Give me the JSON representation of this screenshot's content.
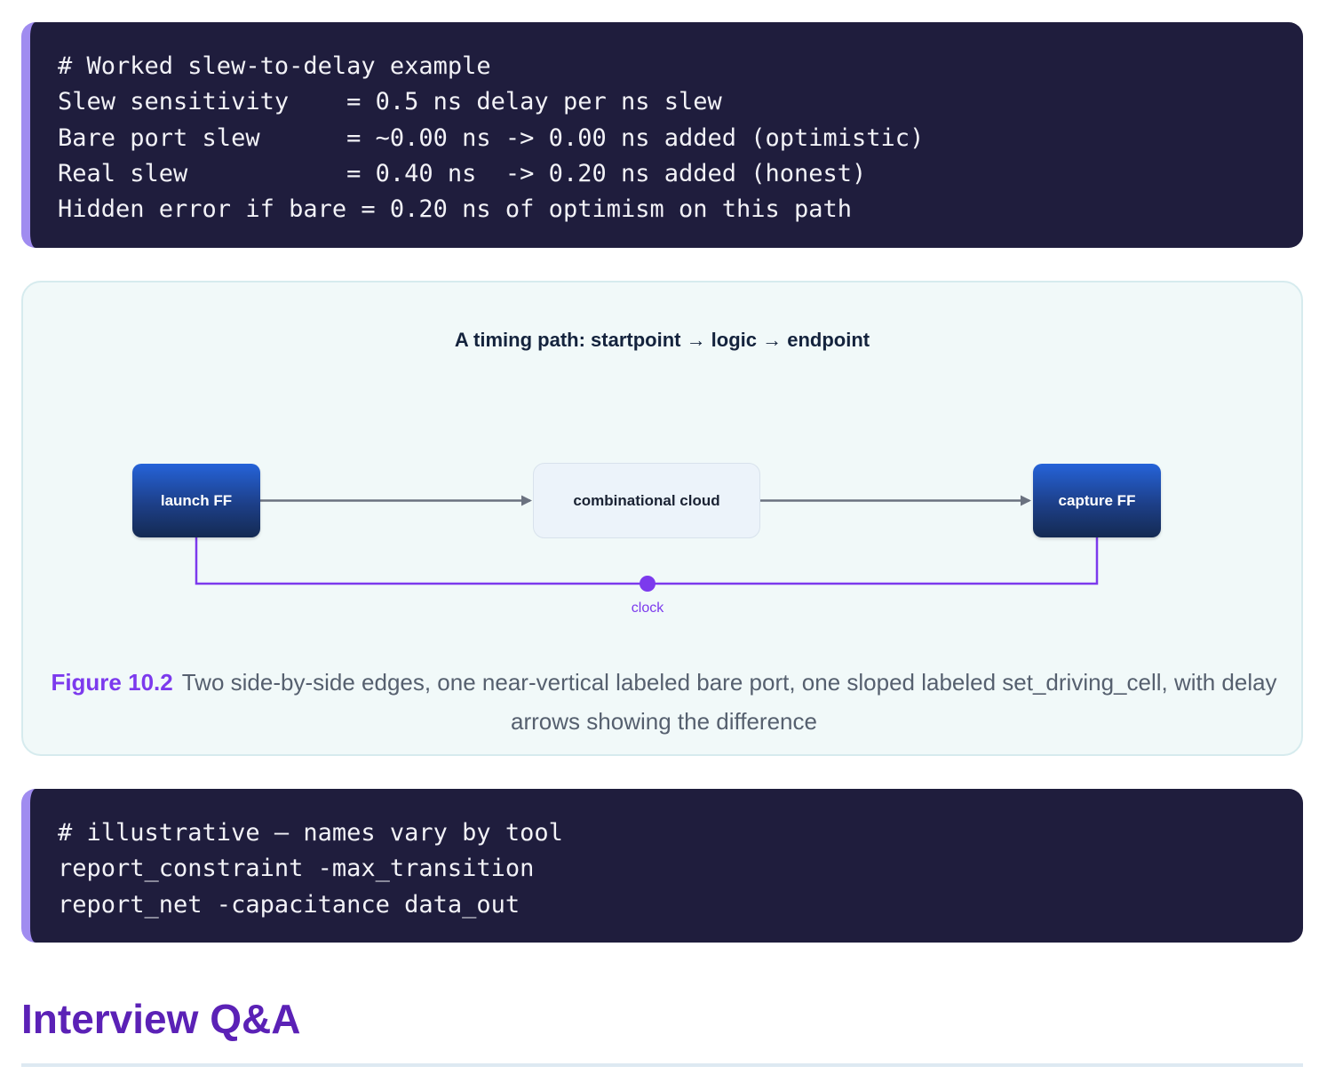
{
  "code_example": {
    "lines": [
      "# Worked slew-to-delay example",
      "Slew sensitivity    = 0.5 ns delay per ns slew",
      "Bare port slew      = ~0.00 ns -> 0.00 ns added (optimistic)",
      "Real slew           = 0.40 ns  -> 0.20 ns added (honest)",
      "Hidden error if bare = 0.20 ns of optimism on this path"
    ]
  },
  "figure": {
    "diagram_title": "A timing path: startpoint → logic → endpoint",
    "nodes": {
      "launch": "launch FF",
      "cloud": "combinational cloud",
      "capture": "capture FF"
    },
    "clock_label": "clock",
    "number": "Figure 10.2",
    "caption": "Two side-by-side edges, one near-vertical labeled bare port, one sloped labeled set_driving_cell, with delay arrows showing the difference",
    "colors": {
      "ff_fill": "#1d3f88",
      "clock_wire": "#7c3aed",
      "data_wire": "#6b7280"
    }
  },
  "commands": {
    "lines": [
      "# illustrative — names vary by tool",
      "report_constraint -max_transition",
      "report_net -capacitance data_out"
    ]
  },
  "section": {
    "heading": "Interview Q&A"
  }
}
